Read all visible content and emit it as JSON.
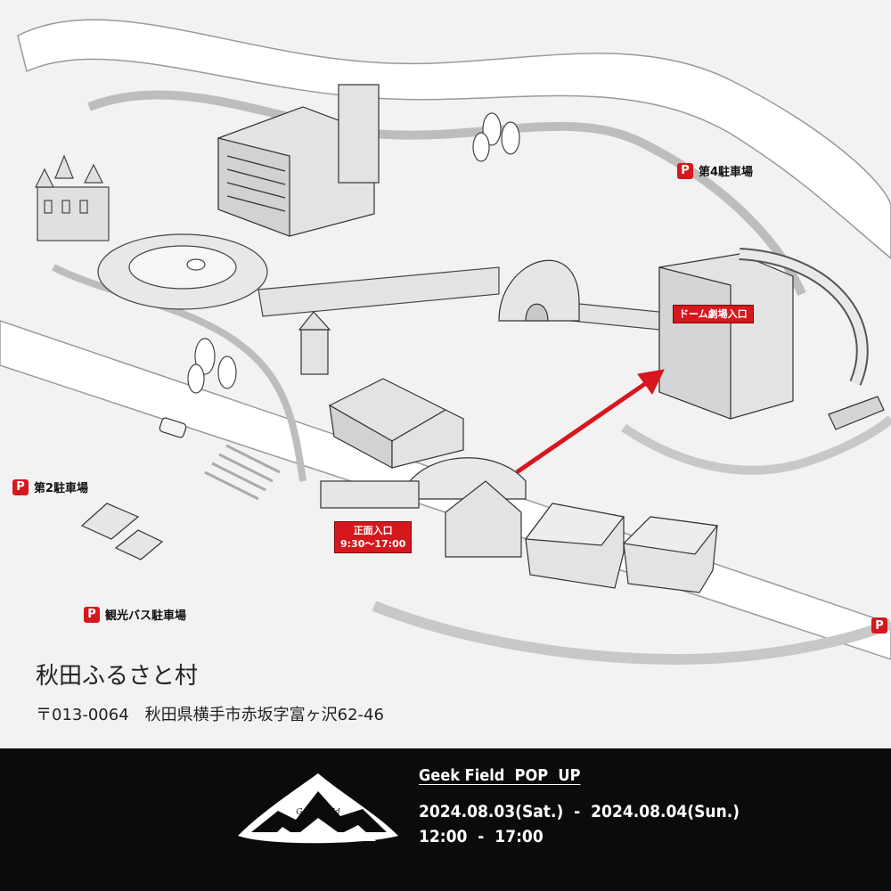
{
  "map": {
    "parking": {
      "lot4": "第4駐車場",
      "lot2": "第2駐車場",
      "bus": "観光バス駐車場",
      "icon_letter": "P"
    },
    "entrances": {
      "dome": "ドーム劇場入口",
      "main_line1": "正面入口",
      "main_line2": "9:30〜17:00"
    },
    "accent_color": "#d6171e"
  },
  "place": {
    "name": "秋田ふるさと村",
    "address": "〒013-0064　秋田県横手市赤坂字富ヶ沢62-46"
  },
  "event": {
    "title": "Geek Field  POP  UP",
    "dates": "2024.08.03(Sat.)  -  2024.08.04(Sun.)",
    "time": "12:00  -  17:00",
    "logo_text": "Geek Field"
  }
}
